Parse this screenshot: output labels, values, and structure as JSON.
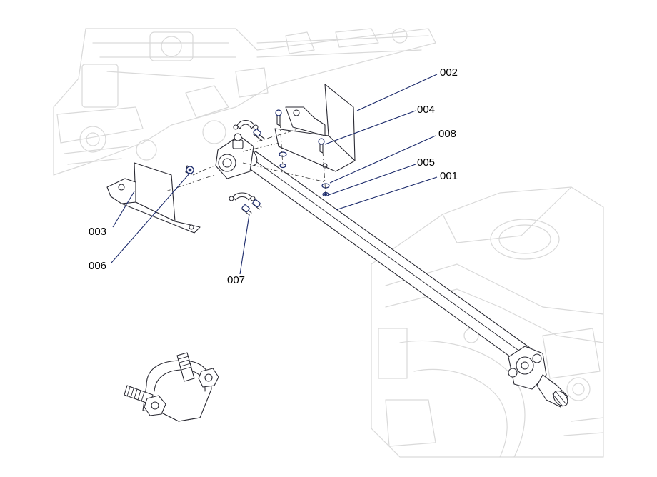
{
  "callouts": [
    {
      "id": "c002",
      "label": "002"
    },
    {
      "id": "c004",
      "label": "004"
    },
    {
      "id": "c008",
      "label": "008"
    },
    {
      "id": "c005",
      "label": "005"
    },
    {
      "id": "c001",
      "label": "001"
    },
    {
      "id": "c003",
      "label": "003"
    },
    {
      "id": "c006",
      "label": "006"
    },
    {
      "id": "c007",
      "label": "007"
    }
  ],
  "colors": {
    "part_outline": "#2a2a33",
    "background_outline": "#d9d9d9",
    "leader_line": "#1b2a6b"
  }
}
